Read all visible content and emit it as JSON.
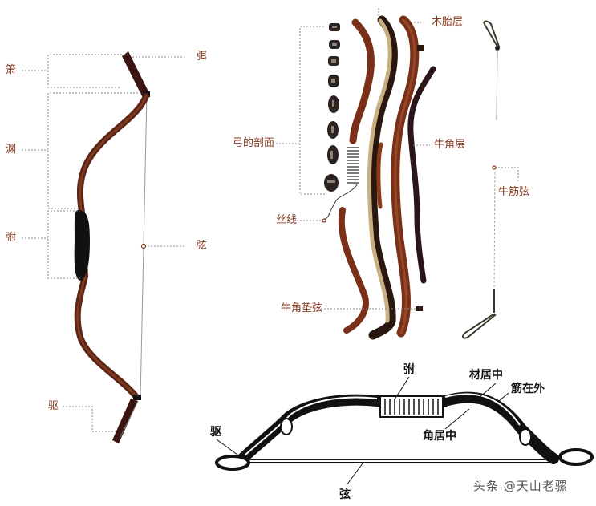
{
  "figure_left": {
    "title": "traditional-bow-strung-side-view",
    "labels": {
      "xiao": "箫",
      "er": "弭",
      "yuan": "渊",
      "fu": "弣",
      "xian": "弦",
      "qu": "驱"
    }
  },
  "figure_middle": {
    "title": "bow-layers-exploded",
    "labels": {
      "cross_section": "弓的剖面",
      "wood_core": "木胎层",
      "horn_layer": "牛角层",
      "silk_thread": "丝线",
      "horn_string_pad": "牛角垫弦",
      "sinew_string": "牛筋弦"
    }
  },
  "figure_bottom": {
    "title": "bow-structure-schematic",
    "labels": {
      "fu": "弣",
      "wood_center": "材居中",
      "sinew_outside": "筋在外",
      "horn_center": "角居中",
      "qu": "驱",
      "xian": "弦"
    }
  },
  "watermark": "头条 @天山老骡",
  "colors": {
    "label_red": "#8a3b22",
    "bow_dark": "#3a1510",
    "bow_brown": "#7a3a1f",
    "wood_light": "#c8b083",
    "ink": "#111111"
  }
}
